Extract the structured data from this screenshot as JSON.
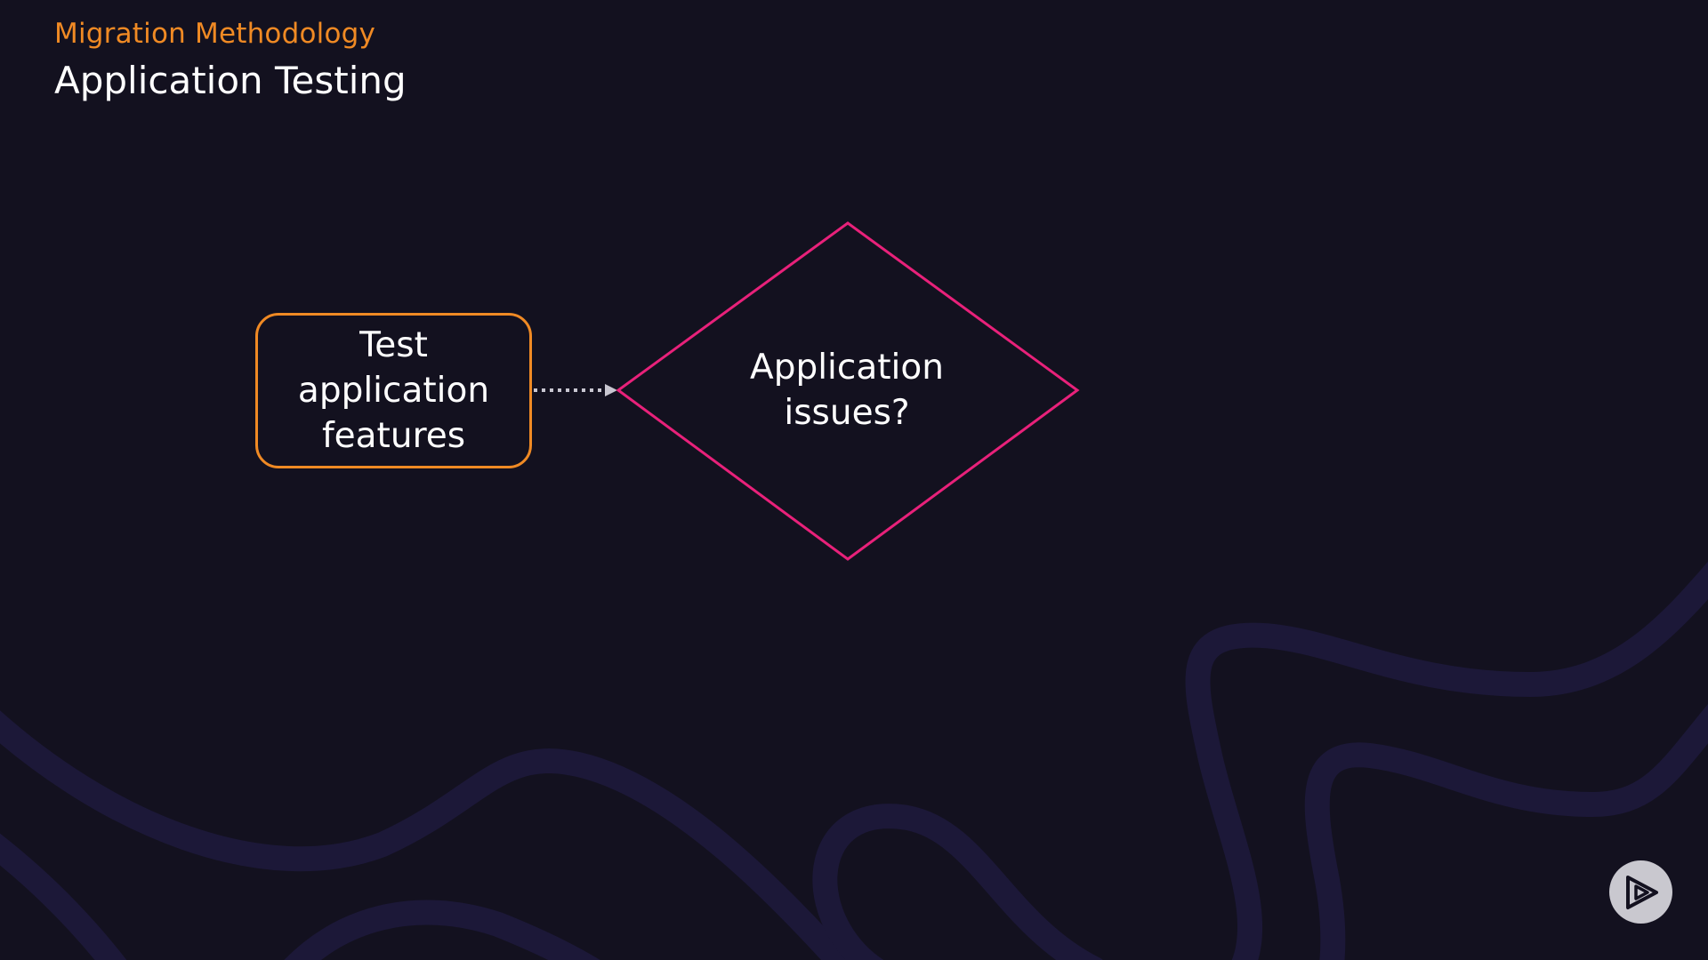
{
  "header": {
    "kicker": "Migration Methodology",
    "title": "Application Testing"
  },
  "diagram": {
    "process_step": {
      "label": "Test application features"
    },
    "decision": {
      "label": "Application issues?"
    },
    "connector": {
      "style": "dotted",
      "arrowhead": "triangle"
    }
  },
  "colors": {
    "background": "#13111f",
    "accent_orange": "#f08a24",
    "decision_pink": "#e8217a",
    "text": "#ffffff",
    "connector": "#c8c6d0",
    "wave": "#1c1838"
  },
  "icons": {
    "logo": "play-logo-icon"
  }
}
